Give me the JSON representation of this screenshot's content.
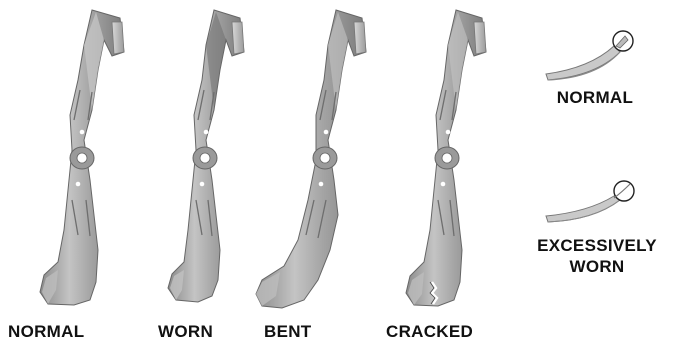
{
  "blades": [
    {
      "label": "NORMAL",
      "condition": "normal"
    },
    {
      "label": "WORN",
      "condition": "worn"
    },
    {
      "label": "BENT",
      "condition": "bent"
    },
    {
      "label": "CRACKED",
      "condition": "cracked"
    }
  ],
  "edge_details": [
    {
      "label": "NORMAL",
      "condition": "normal"
    },
    {
      "label_line1": "EXCESSIVELY",
      "label_line2": "WORN",
      "condition": "excessively-worn"
    }
  ],
  "colors": {
    "blade_fill": "#a9a9a9",
    "blade_dark": "#7c7c7c",
    "blade_light": "#d6d6d6",
    "outline": "#555555",
    "text": "#111111"
  }
}
